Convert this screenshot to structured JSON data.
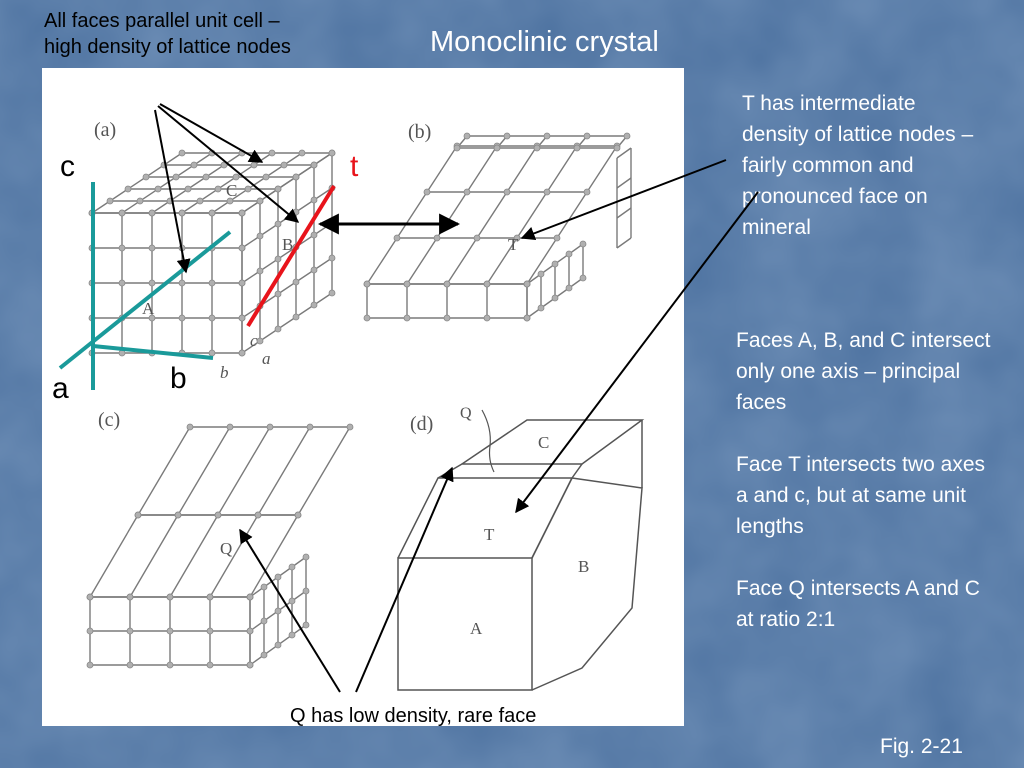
{
  "slide": {
    "title": "Monoclinic crystal",
    "top_note": "All faces parallel unit cell – high density of lattice nodes",
    "t_note": "T has intermediate density of lattice nodes – fairly common and pronounced face on mineral",
    "principal_notes": [
      "Faces A, B, and C intersect only one axis – principal faces",
      "Face T intersects two axes a and c, but at same unit lengths",
      "Face Q intersects A and C at ratio 2:1"
    ],
    "bottom_note": "Q has low density, rare face",
    "fig_label": "Fig. 2-21"
  },
  "figure": {
    "panel_labels": [
      "(a)",
      "(b)",
      "(c)",
      "(d)"
    ],
    "face_labels": {
      "A": "A",
      "B": "B",
      "C": "C",
      "T": "T",
      "Q": "Q"
    },
    "small_axis_labels": {
      "c": "c",
      "a": "a",
      "b": "b"
    },
    "axis_labels": {
      "c": "c",
      "a": "a",
      "b": "b"
    },
    "t_label": "t"
  },
  "colors": {
    "background": "#4a6e9c",
    "axis": "#1a9a9a",
    "t_line": "#e8141b",
    "node": "#b0b0b0"
  }
}
